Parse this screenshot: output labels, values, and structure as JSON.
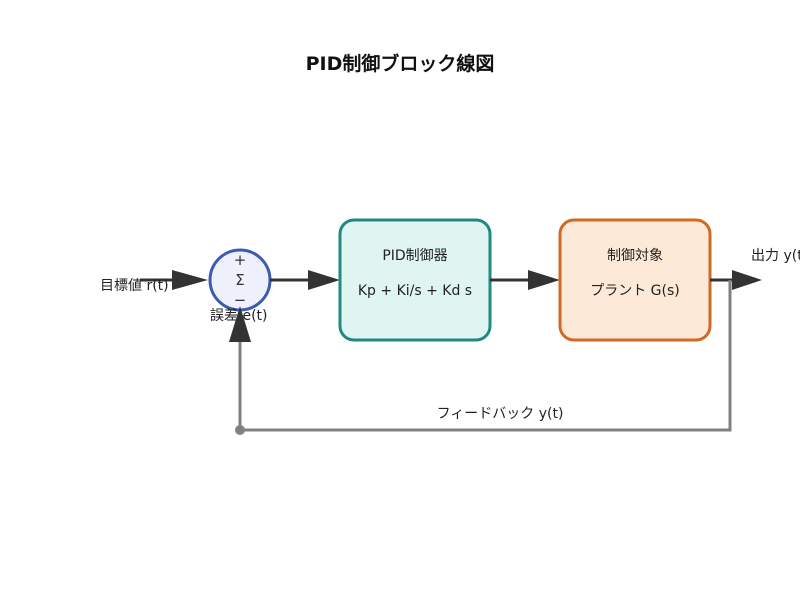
{
  "title": "PID制御ブロック線図",
  "input_label": "目標値 r(t)",
  "summing_junction": {
    "plus": "+",
    "sigma": "Σ",
    "minus": "−"
  },
  "error_label": "誤差 e(t)",
  "controller": {
    "title": "PID制御器",
    "formula": "Kp + Ki/s + Kd s"
  },
  "plant": {
    "title": "制御対象",
    "formula": "プラント G(s)"
  },
  "output_label": "出力 y(t)",
  "feedback_label": "フィードバック y(t)",
  "colors": {
    "controller_fill": "#e0f5f1",
    "controller_stroke": "#1f8a7e",
    "plant_fill": "#fde9d8",
    "plant_stroke": "#d06a22",
    "junction_fill": "#eef1fb",
    "junction_stroke": "#3b5cb5",
    "signal_line": "#333333",
    "feedback_line": "#808080"
  }
}
